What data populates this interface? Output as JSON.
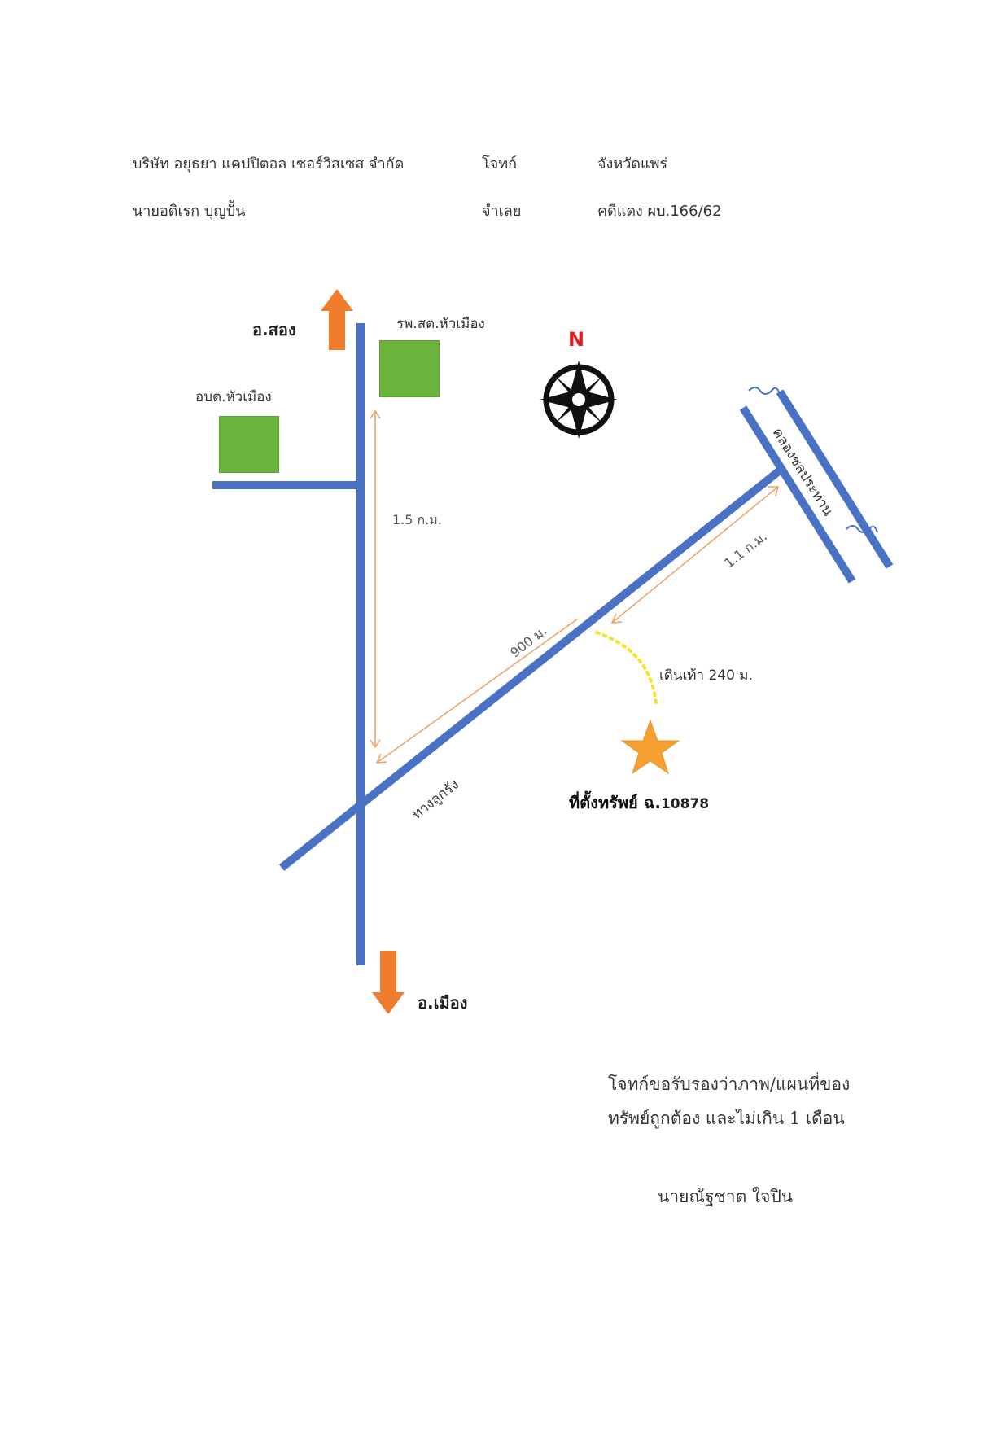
{
  "header": {
    "company": "บริษัท อยุธยา แคปปิตอล เซอร์วิสเซส จำกัด",
    "plaintiff_label": "โจทก์",
    "plaintiff_value": "จังหวัดแพร่",
    "defendant_name": "นายอดิเรก บุญปั้น",
    "defendant_label": "จำเลย",
    "case_number": "คดีแดง ผบ.166/62"
  },
  "map": {
    "north_label": "N",
    "town_north": "อ.สอง",
    "town_south": "อ.เมือง",
    "building_health": "รพ.สต.หัวเมือง",
    "building_tao": "อบต.หัวเมือง",
    "dist_vertical": "1.5 ก.ม.",
    "dist_diag_lower": "900 ม.",
    "dist_diag_upper": "1.1 ก.ม.",
    "walk_label": "เดินเท้า 240 ม.",
    "road_name": "ทางลูกรัง",
    "canal_name": "คลองชลประทาน",
    "property_label_bold": "ที่ตั้งทรัพย์ ฉ.",
    "property_number": "10878",
    "colors": {
      "road": "#4a72c4",
      "arrow": "#f07c2e",
      "building": "#6ab43c",
      "north": "#e02020",
      "dimension": "#f0a060",
      "walk_path": "#f5e52a",
      "star": "#f5a030"
    },
    "icons": [
      "compass-icon",
      "star-icon",
      "north-arrow-icon",
      "south-arrow-icon",
      "water-wave-icon"
    ]
  },
  "footer": {
    "certify_line1": "โจทก์ขอรับรองว่าภาพ/แผนที่ของ",
    "certify_line2": "ทรัพย์ถูกต้อง และไม่เกิน 1 เดือน",
    "signer": "นายณัฐชาต ใจปิน"
  }
}
